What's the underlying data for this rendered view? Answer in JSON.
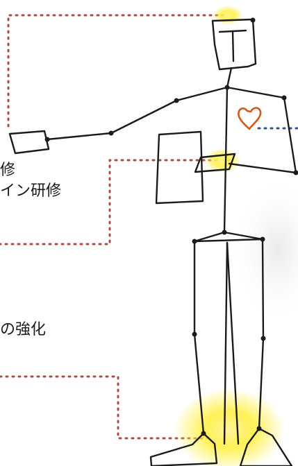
{
  "labels": {
    "training": "修",
    "online_training": "イン研修",
    "strengthen": "の強化"
  },
  "colors": {
    "dotted_red": "#b04a45",
    "dotted_blue": "#2f4f86",
    "glow": "#ffef3a",
    "heart": "#d05a1a",
    "figure_line": "#1b1b1b"
  }
}
